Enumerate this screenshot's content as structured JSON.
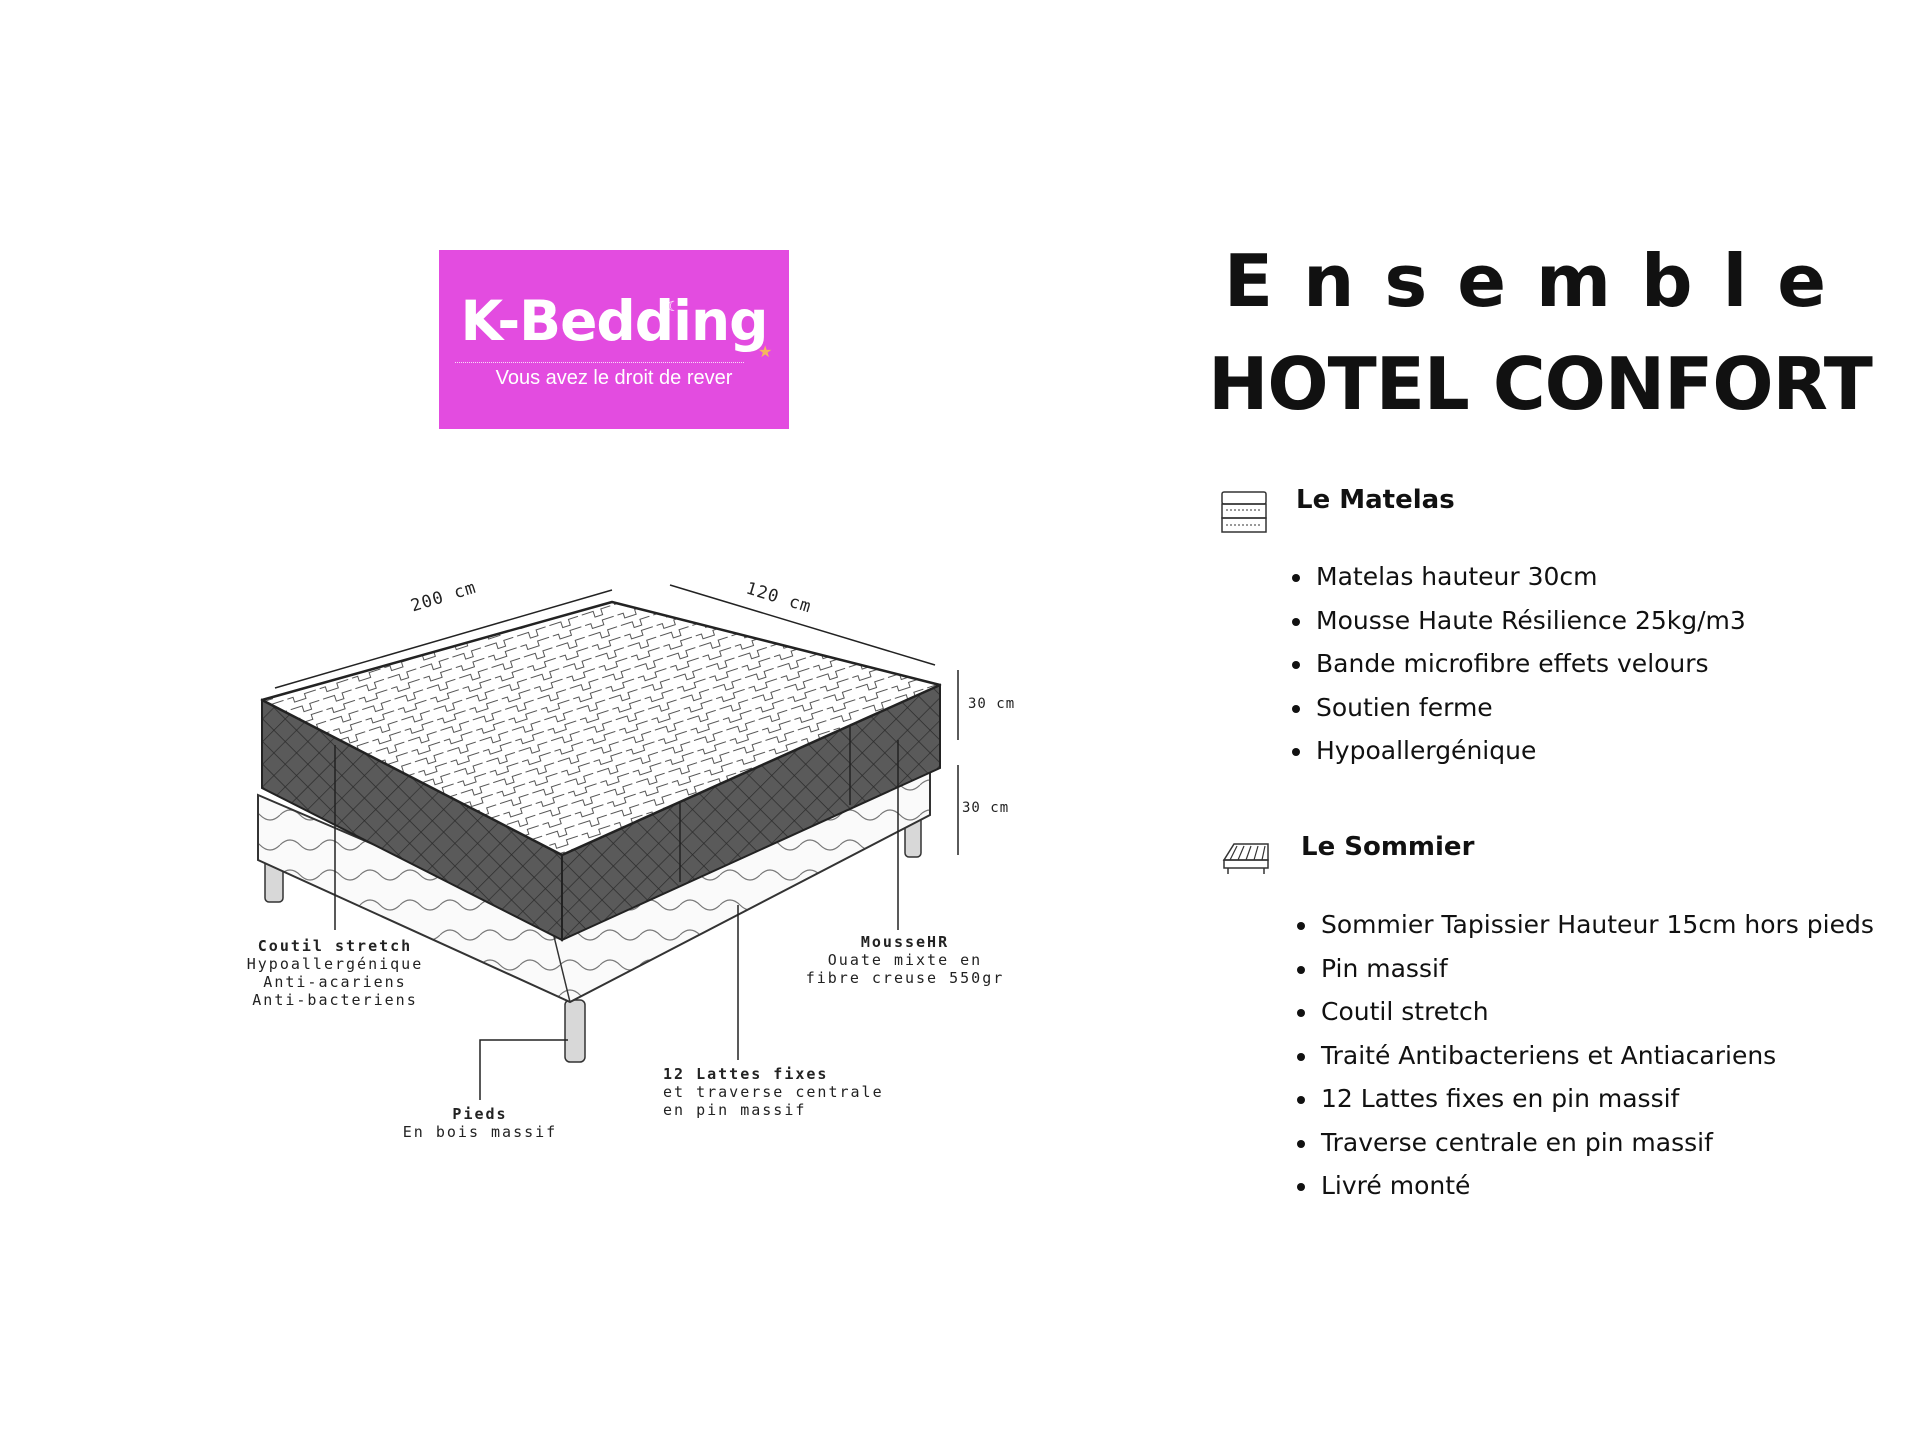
{
  "logo": {
    "name": "K-Bedding",
    "tagline": "Vous avez le droit de rever",
    "background": "#e34ce0"
  },
  "title": {
    "line1": "Ensemble",
    "line2": "HOTEL CONFORT"
  },
  "diagram": {
    "dim_length": "200 cm",
    "dim_width": "120 cm",
    "dim_mattress_height": "30 cm",
    "dim_base_height": "30 cm",
    "callouts": {
      "coutil": {
        "title": "Coutil stretch",
        "lines": [
          "Hypoallergénique",
          "Anti-acariens",
          "Anti-bacteriens"
        ]
      },
      "mousse": {
        "title": "MousseHR",
        "lines": [
          "Ouate mixte en",
          "fibre creuse 550gr"
        ]
      },
      "lattes": {
        "title": "12 Lattes fixes",
        "lines": [
          "et traverse centrale",
          "en pin massif"
        ]
      },
      "pieds": {
        "title": "Pieds",
        "lines": [
          "En bois massif"
        ]
      }
    }
  },
  "sections": {
    "matelas": {
      "icon": "mattress-icon",
      "heading": "Le Matelas",
      "items": [
        "Matelas hauteur 30cm",
        "Mousse Haute Résilience 25kg/m3",
        "Bande microfibre effets velours",
        "Soutien ferme",
        "Hypoallergénique"
      ]
    },
    "sommier": {
      "icon": "bed-base-icon",
      "heading": "Le Sommier",
      "items": [
        "Sommier Tapissier Hauteur 15cm hors pieds",
        "Pin massif",
        "Coutil stretch",
        "Traité Antibacteriens et Antiacariens",
        "12 Lattes fixes en pin massif",
        "Traverse centrale en pin massif",
        "Livré monté"
      ]
    }
  }
}
